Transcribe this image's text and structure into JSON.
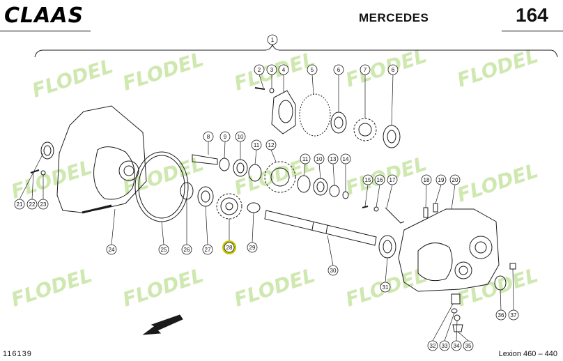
{
  "header": {
    "brand_logo": "CLAAS",
    "model": "MERCEDES",
    "page_number": "164"
  },
  "footer": {
    "drawing_ref": "116139",
    "model_range": "Lexion 460 – 440"
  },
  "watermark": "FLODEL",
  "callouts": [
    "1",
    "2",
    "3",
    "4",
    "5",
    "6",
    "7",
    "6",
    "8",
    "9",
    "10",
    "11",
    "12",
    "11",
    "10",
    "13",
    "14",
    "15",
    "16",
    "17",
    "18",
    "19",
    "20",
    "21",
    "22",
    "23",
    "24",
    "25",
    "26",
    "27",
    "28",
    "29",
    "30",
    "31",
    "32",
    "33",
    "34",
    "35",
    "36",
    "37"
  ],
  "highlighted_callout": "28",
  "colors": {
    "line": "#1a1a1a",
    "highlight_ring": "#c8c400",
    "watermark": "#cfe8b0"
  }
}
